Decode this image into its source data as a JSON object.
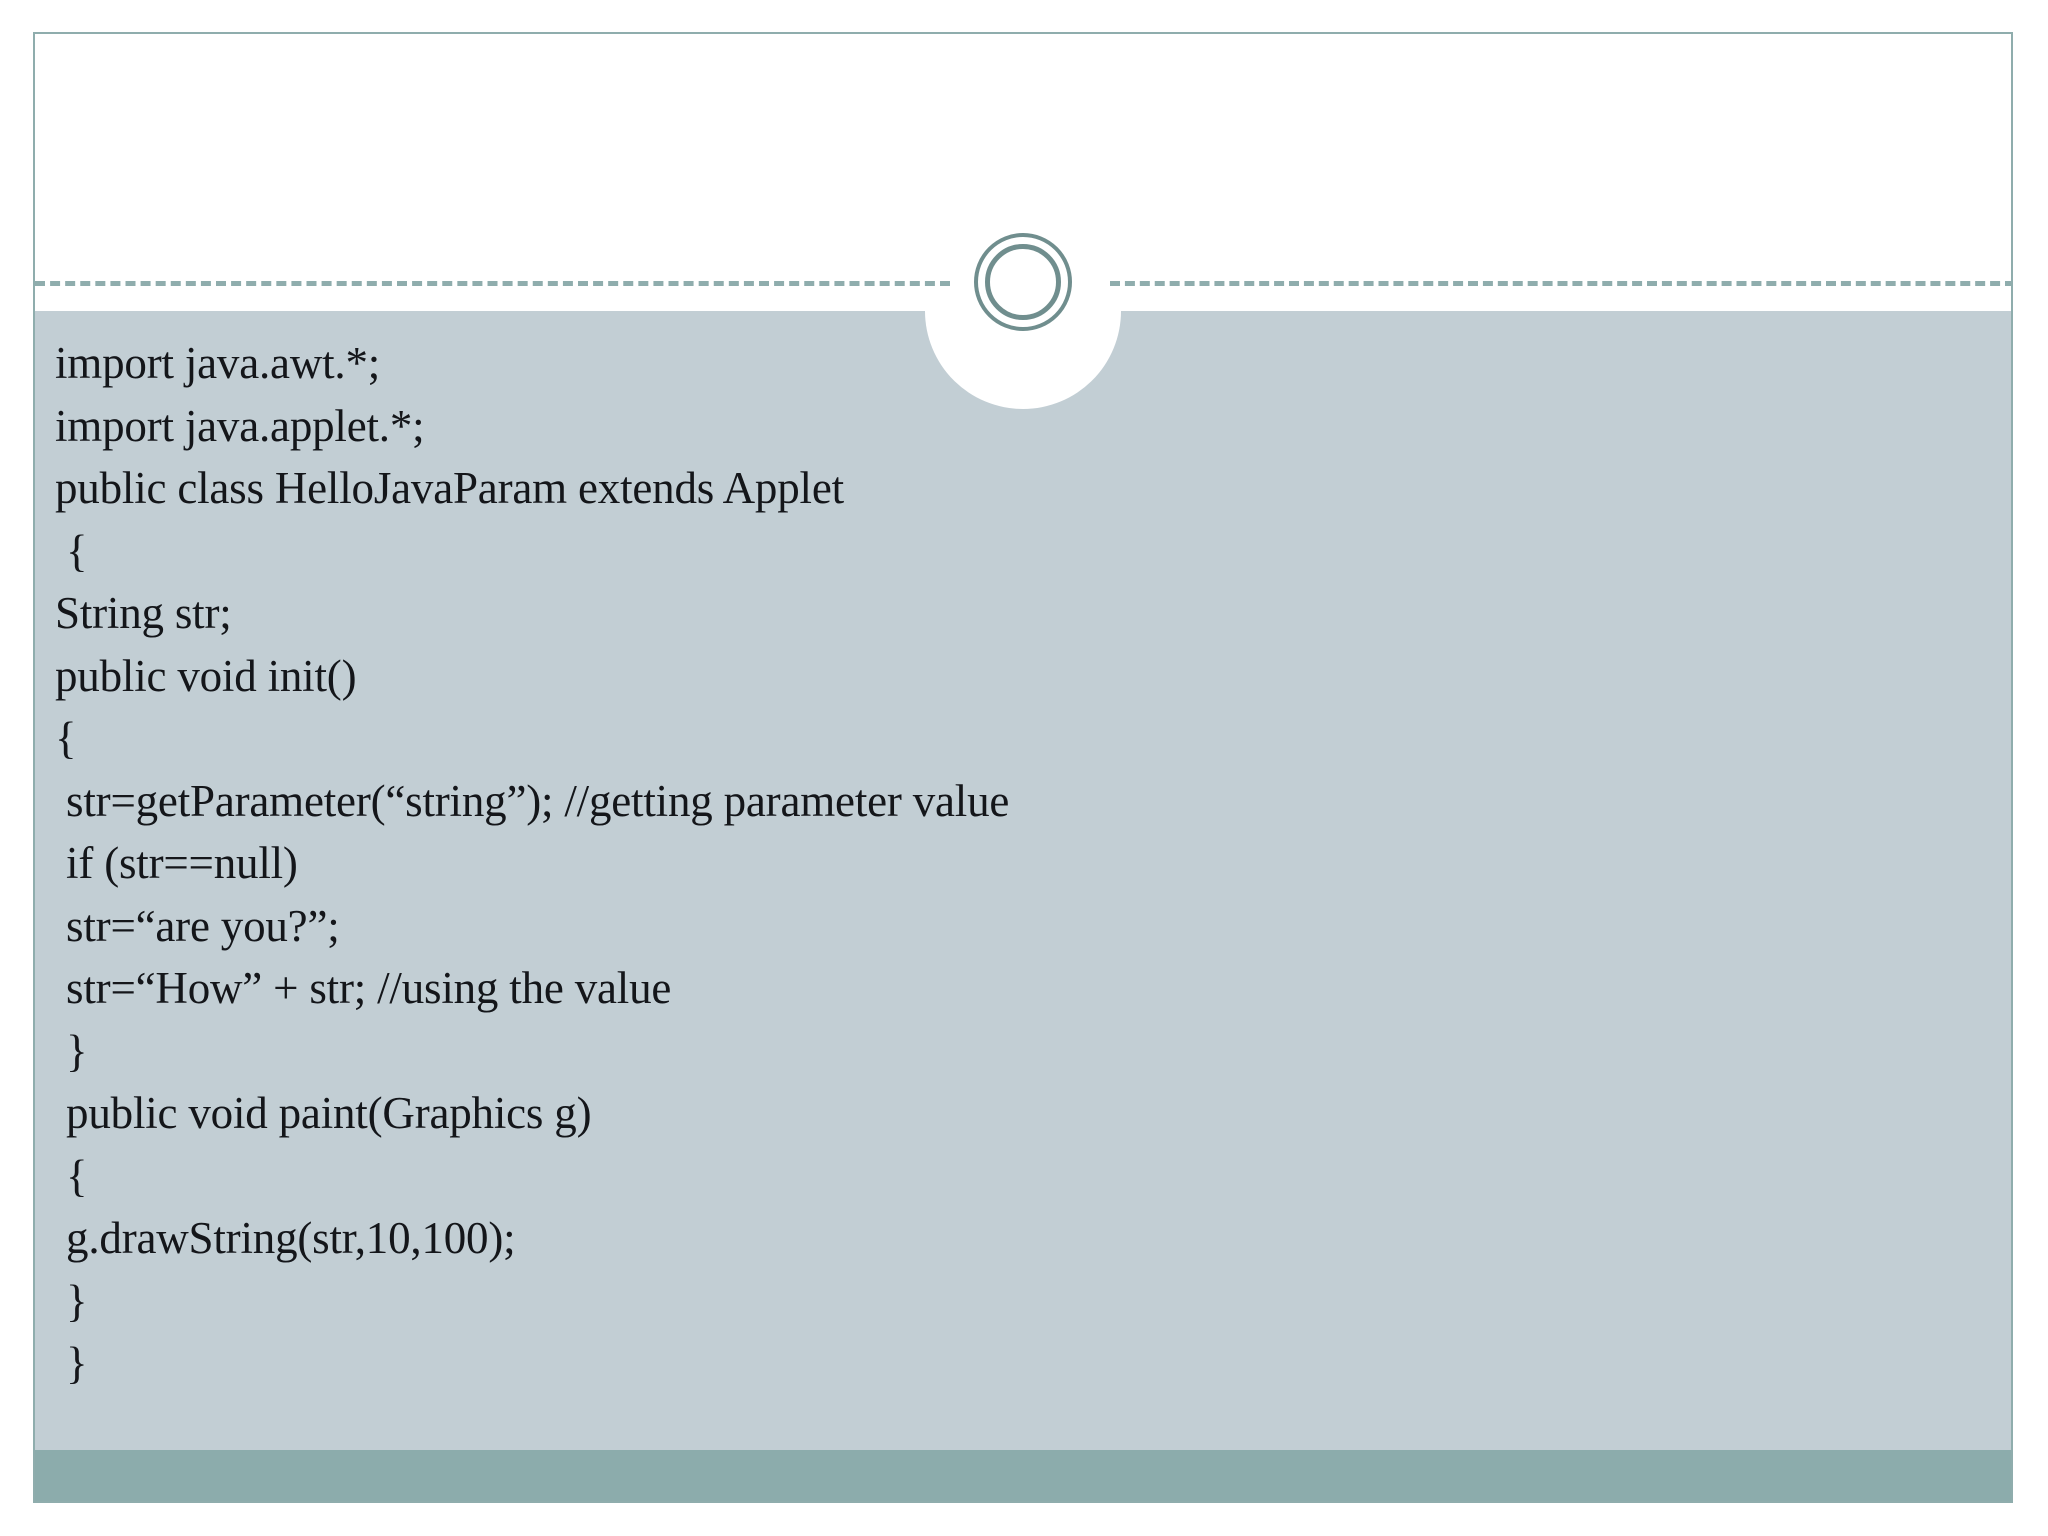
{
  "slide": {
    "theme": {
      "band_color": "#C2CED4",
      "footer_color": "#8CACAC",
      "accent_color": "#708E8E",
      "border_color": "#8FADAD",
      "text_color": "#14161A",
      "background_color": "#FFFFFF"
    },
    "title": "",
    "decorations": {
      "ring_emblem": "double-circle-emblem",
      "divider": "dashed-divider-line"
    }
  },
  "code": {
    "language": "java",
    "lines": [
      "import java.awt.*;",
      "import java.applet.*;",
      "public class HelloJavaParam extends Applet",
      " {",
      "String str;",
      "public void init()",
      "{",
      " str=getParameter(“string”); //getting parameter value",
      " if (str==null)",
      " str=“are you?”;",
      " str=“How” + str; //using the value",
      " }",
      " public void paint(Graphics g)",
      " {",
      " g.drawString(str,10,100);",
      " }",
      " }"
    ]
  }
}
